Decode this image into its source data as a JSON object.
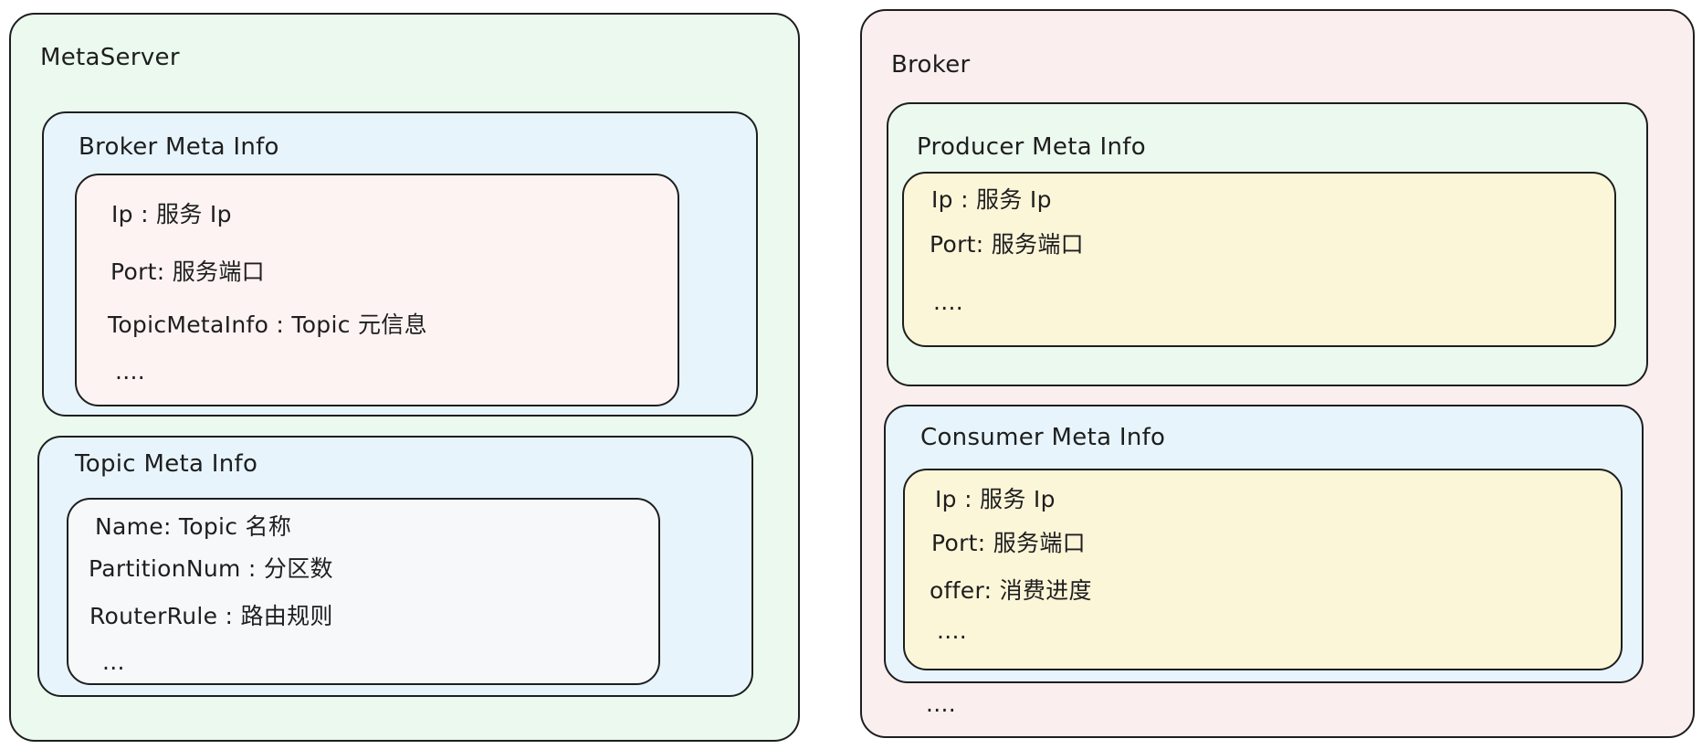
{
  "meta_server": {
    "title": "MetaServer",
    "broker_meta": {
      "title": "Broker Meta Info",
      "fields": [
        "Ip :  服务 Ip",
        "Port: 服务端口",
        "TopicMetaInfo : Topic 元信息",
        "...."
      ]
    },
    "topic_meta": {
      "title": "Topic Meta Info",
      "fields": [
        "Name: Topic 名称",
        "PartitionNum :  分区数",
        "RouterRule : 路由规则",
        "..."
      ]
    }
  },
  "broker": {
    "title": "Broker",
    "producer_meta": {
      "title": "Producer Meta Info",
      "fields": [
        "Ip :  服务 Ip",
        "Port: 服务端口",
        "...."
      ]
    },
    "consumer_meta": {
      "title": "Consumer Meta Info",
      "fields": [
        "Ip :  服务 Ip",
        "Port: 服务端口",
        "offer: 消费进度",
        "...."
      ]
    },
    "more": "...."
  },
  "colors": {
    "stroke": "#1e1e1e",
    "green_fill": "#ebf9ee",
    "blue_fill": "#e7f4fc",
    "pink_fill": "#fdf3f2",
    "rose_fill": "#faefee",
    "gray_fill": "#f7f8fa",
    "yellow_fill": "#fcf6d9"
  }
}
